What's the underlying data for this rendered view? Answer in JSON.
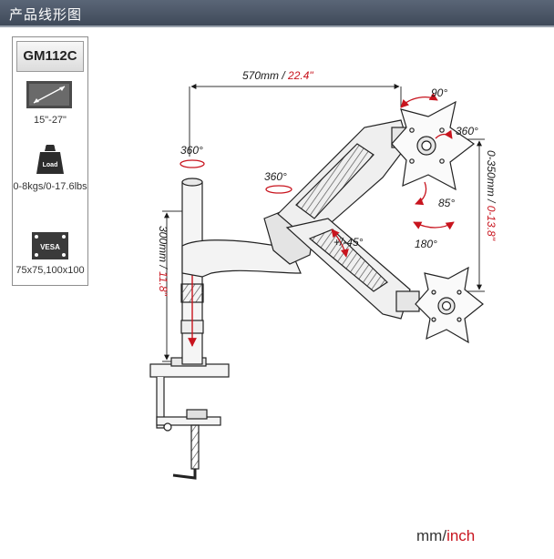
{
  "header": {
    "title": "产品线形图"
  },
  "specs": {
    "model": "GM112C",
    "screen_size": "15\"-27\"",
    "load_icon_label": "Load",
    "load_kg": "0-8kgs",
    "load_lbs": "0-17.6lbs",
    "vesa_icon_label": "VESA",
    "vesa_sizes": "75x75,100x100"
  },
  "dimensions": {
    "reach_mm": "570mm",
    "reach_sep": " / ",
    "reach_inch": "22.4\"",
    "pole_mm": "300mm",
    "pole_sep": " / ",
    "pole_inch": "11.8\"",
    "height_mm": "0-350mm",
    "height_sep": " / ",
    "height_inch": "0-13.8\""
  },
  "angles": {
    "rotate_top": "90°",
    "rotate_pole": "360°",
    "rotate_arm": "360°",
    "rotate_vesa": "360°",
    "tilt": "85°",
    "swivel": "180°",
    "arm_tilt": "+/-45°"
  },
  "units": {
    "mm": "mm",
    "sep": "/",
    "inch": "inch"
  },
  "colors": {
    "accent_red": "#c8141e",
    "header_bg": "#4a5566"
  }
}
